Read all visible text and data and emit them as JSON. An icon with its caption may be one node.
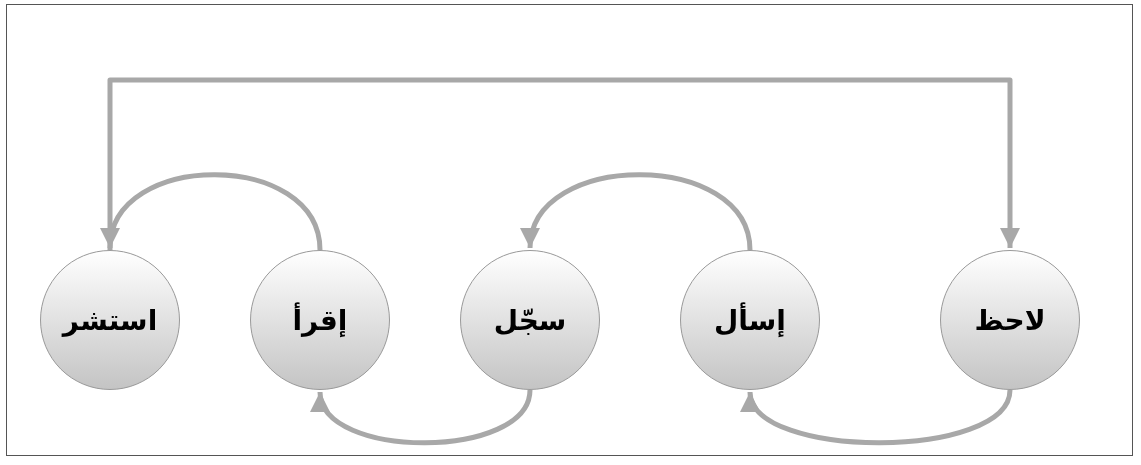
{
  "diagram": {
    "nodes": [
      {
        "text": [
          "لاحظ"
        ]
      },
      {
        "text": [
          "إسأل"
        ]
      },
      {
        "text": [
          "سجّل"
        ]
      },
      {
        "text": [
          "إقرأ"
        ]
      },
      {
        "text": [
          "استشر"
        ]
      }
    ],
    "edges": [
      {
        "from": 0,
        "to": 1,
        "arrow": "to"
      },
      {
        "from": 1,
        "to": 2,
        "arrow": "to"
      },
      {
        "from": 2,
        "to": 3,
        "arrow": "to"
      },
      {
        "from": 3,
        "to": 4,
        "arrow": "to"
      },
      {
        "from": 4,
        "to": 0,
        "arrow": "to"
      }
    ]
  }
}
